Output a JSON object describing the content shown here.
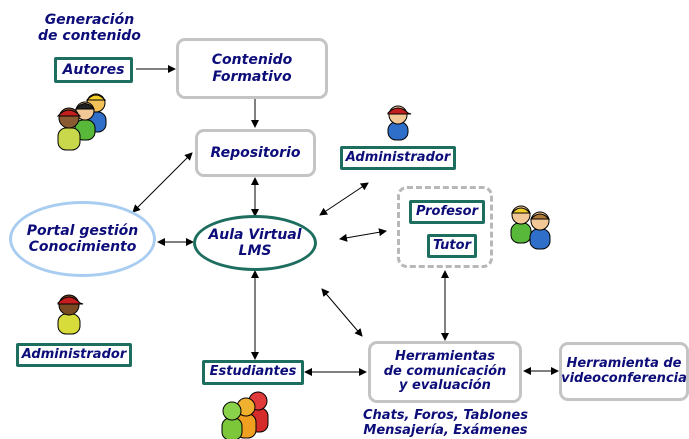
{
  "header": {
    "line1": "Generación",
    "line2": "de contenido"
  },
  "nodes": {
    "autores": "Autores",
    "contenido_line1": "Contenido",
    "contenido_line2": "Formativo",
    "repositorio": "Repositorio",
    "admin_top": "Administrador",
    "portal_line1": "Portal gestión",
    "portal_line2": "Conocimiento",
    "lms_line1": "Aula Virtual",
    "lms_line2": "LMS",
    "profesor": "Profesor",
    "tutor": "Tutor",
    "admin_left": "Administrador",
    "estudiantes": "Estudiantes",
    "herr_line1": "Herramientas",
    "herr_line2": "de comunicación",
    "herr_line3": "y evaluación",
    "video_line1": "Herramienta de",
    "video_line2": "videoconferencia"
  },
  "footer": {
    "line1": "Chats, Foros, Tablones",
    "line2": "Mensajería, Exámenes"
  },
  "colors": {
    "text": "#0d0d7a",
    "teal_border": "#1e6e60",
    "gray_border": "#c4c4c4",
    "portal_border": "#a9cdf0",
    "arrow": "#000000"
  },
  "icons": [
    "authors-group-icon",
    "admin-person-icon",
    "teacher-tutor-icon",
    "students-group-icon"
  ]
}
